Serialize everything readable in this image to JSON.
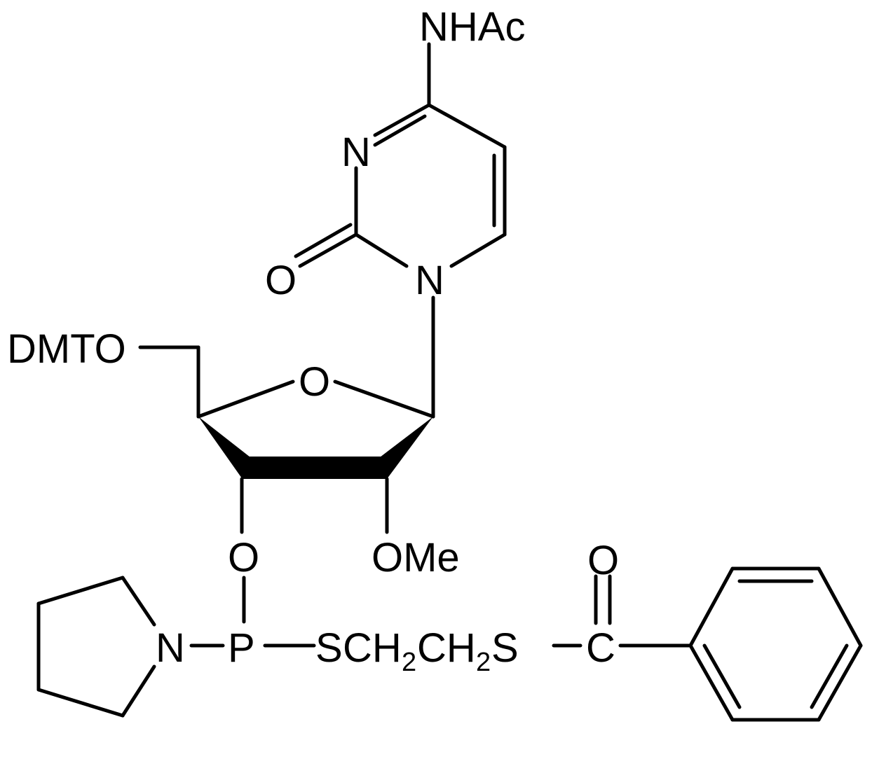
{
  "labels": {
    "nhac": "NHAc",
    "n_ring": "N",
    "o_carbonyl": "O",
    "n_glycosidic": "N",
    "dmto": "DMTO",
    "o_ring": "O",
    "ome": "OMe",
    "o_phosphite": "O",
    "n_pyrrolidine": "N",
    "p": "P",
    "s1": "S",
    "ch_1": "CH",
    "sub_1": "2",
    "ch_2": "CH",
    "sub_2": "2",
    "s2": "S",
    "c_thioester": "C",
    "o_thioester": "O"
  }
}
